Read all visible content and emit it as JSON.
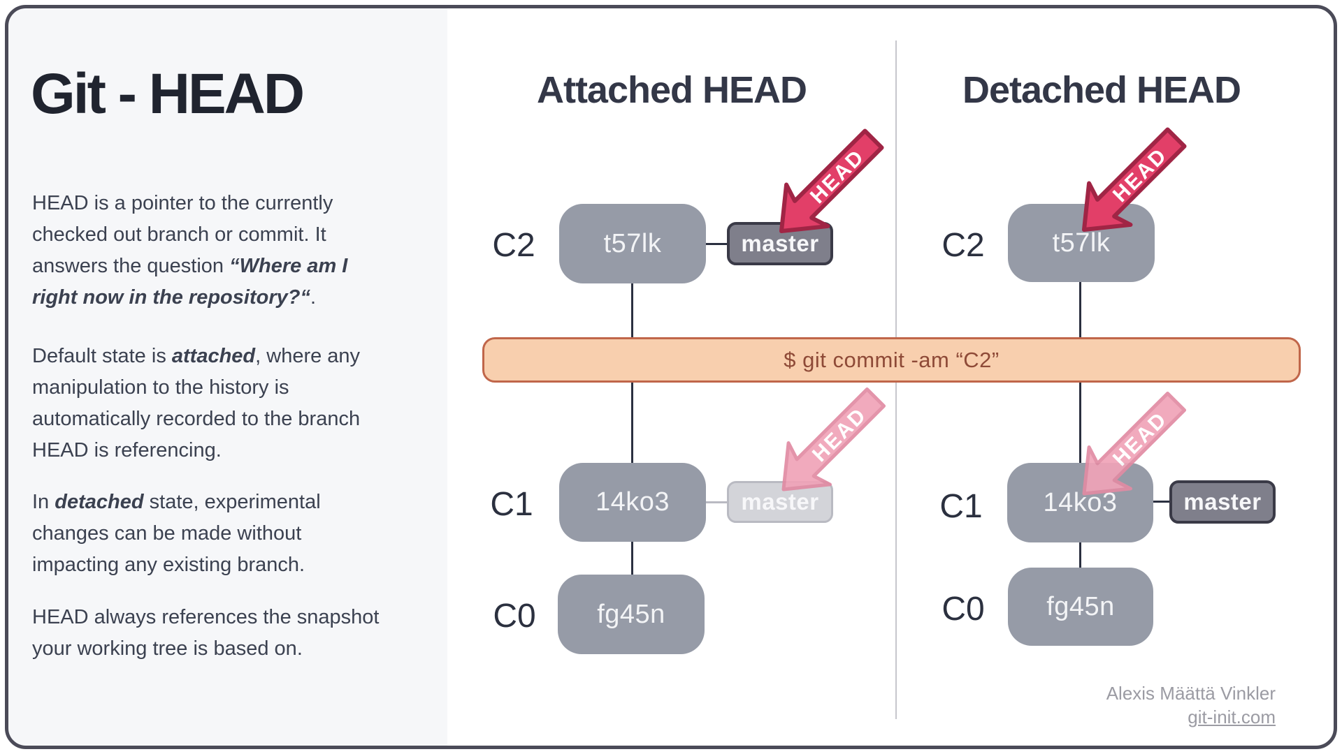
{
  "sidebar": {
    "title": "Git - HEAD",
    "paragraphs": [
      {
        "before": "HEAD is a pointer to the currently checked out branch or commit. It answers the question ",
        "emphasis": "“Where am I right now in the repository?“",
        "after": "."
      },
      {
        "before": "Default state is ",
        "emphasis": "attached",
        "after": ", where any manipulation to the history is automatically recorded to the branch HEAD is referencing."
      },
      {
        "before": "In ",
        "emphasis": "detached",
        "after": " state, experimental changes can be made without impacting any existing branch."
      },
      {
        "before": "HEAD always references the snapshot your working tree is based on.",
        "emphasis": "",
        "after": ""
      }
    ]
  },
  "diagram": {
    "attached": {
      "heading": "Attached HEAD"
    },
    "detached": {
      "heading": "Detached HEAD"
    },
    "commits": [
      {
        "label": "C2",
        "hash": "t57lk"
      },
      {
        "label": "C1",
        "hash": "14ko3"
      },
      {
        "label": "C0",
        "hash": "fg45n"
      }
    ],
    "branch": "master",
    "head": "HEAD",
    "command": "$ git commit -am “C2”"
  },
  "attribution": {
    "author": "Alexis Määttä Vinkler",
    "site": "git-init.com"
  },
  "colors": {
    "card_border": "#4b4b58",
    "sidebar_bg": "#f6f7f9",
    "commit_box": "#969ba7",
    "commit_text": "#f3f4f6",
    "branch_box": "#7f7f8b",
    "branch_box_border": "#3a3a47",
    "ghost_branch_box": "#d3d4d9",
    "ghost_branch_border": "#b9bac2",
    "head_arrow": "#e23f68",
    "head_arrow_border": "#a02545",
    "ghost_head_arrow": "#f0a3b8",
    "command_bar_bg": "#f8cfae",
    "command_bar_border": "#c0664a",
    "command_text": "#8e4a37",
    "line": "#2b3040",
    "divider": "#c6c6cc",
    "text": "#3b4150",
    "heading_text": "#333747"
  }
}
